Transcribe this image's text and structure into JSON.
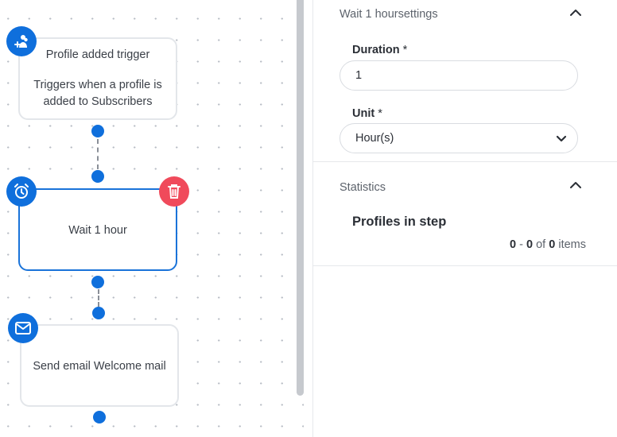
{
  "canvas": {
    "nodes": [
      {
        "title": "Profile added trigger",
        "description": "Triggers when a profile is added to Subscribers",
        "icon": "person-add-icon"
      },
      {
        "title": "Wait 1 hour",
        "icon": "alarm-clock-icon",
        "action_icon": "trash-icon",
        "selected": true
      },
      {
        "title": "Send email Welcome mail",
        "icon": "mail-icon"
      }
    ]
  },
  "settings": {
    "header": "Wait 1 hoursettings",
    "duration": {
      "label": "Duration",
      "required_mark": "*",
      "value": "1"
    },
    "unit": {
      "label": "Unit",
      "required_mark": "*",
      "selected": "Hour(s)"
    }
  },
  "statistics": {
    "header": "Statistics",
    "title": "Profiles in step",
    "pager": {
      "from": "0",
      "sep": "-",
      "to": "0",
      "of_label": "of",
      "total": "0",
      "items_label": "items"
    }
  },
  "colors": {
    "accent": "#0f6fdc",
    "danger": "#f04a5b",
    "selected_border": "#1a73d9"
  }
}
